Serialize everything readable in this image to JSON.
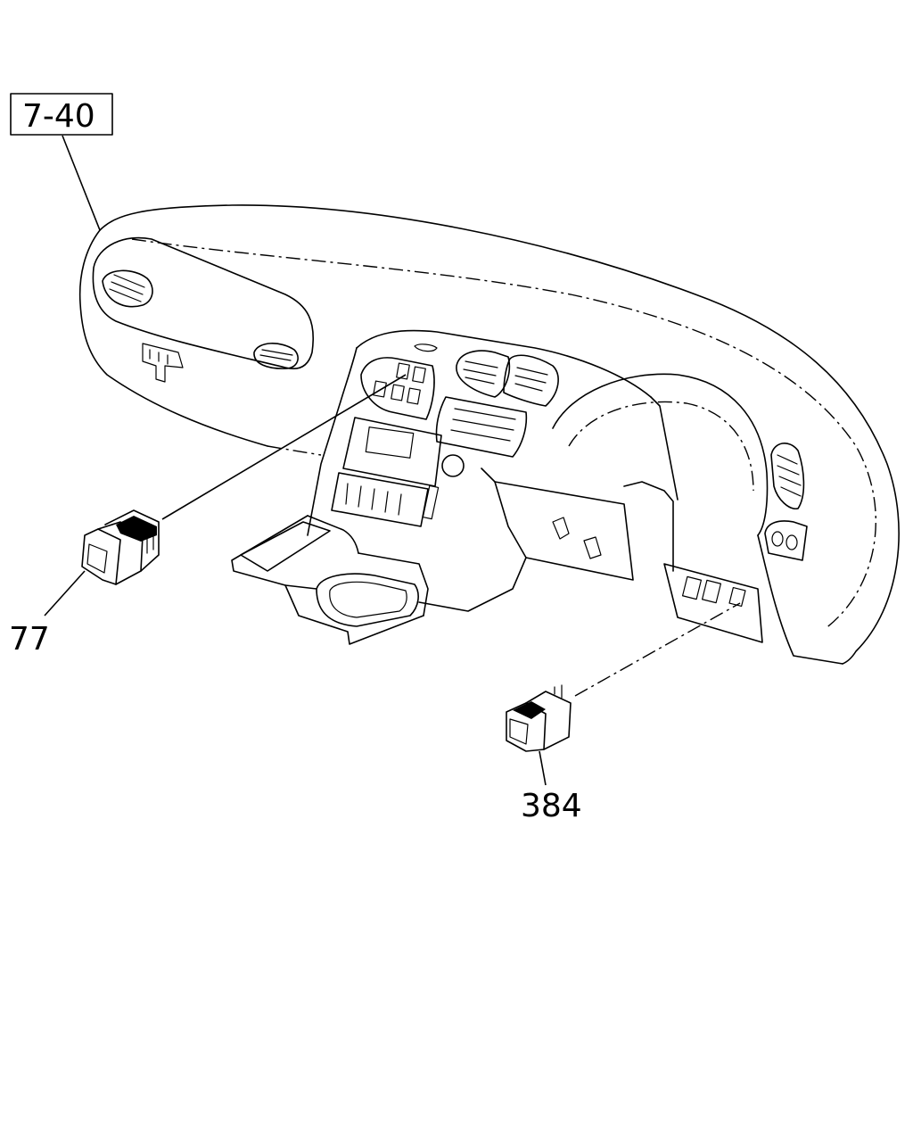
{
  "labels": {
    "ref_box": "7-40",
    "part_a": "77",
    "part_b": "384"
  }
}
